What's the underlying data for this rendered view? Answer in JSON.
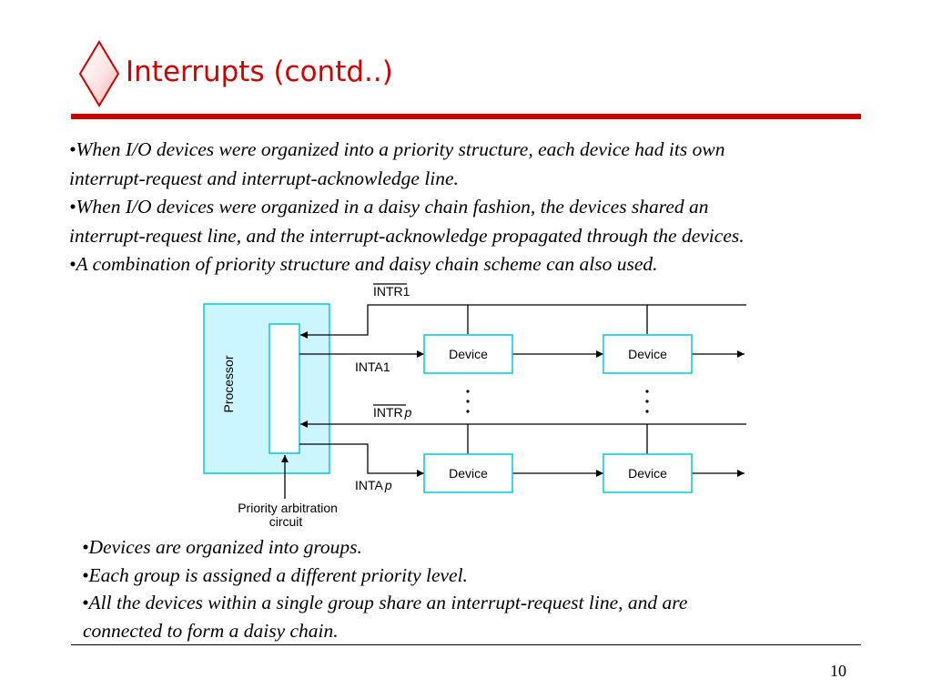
{
  "slide": {
    "title": "Interrupts (contd..)",
    "page_number": "10",
    "bullets_top": [
      {
        "text": "•When I/O devices were organized into a priority structure, each device had its own",
        "continuation": "interrupt-request and interrupt-acknowledge line."
      },
      {
        "text": "•When I/O devices were organized in a daisy chain fashion, the devices shared an",
        "continuation": "interrupt-request line, and the interrupt-acknowledge propagated through the devices."
      },
      {
        "text": "•A combination of priority structure and daisy chain scheme can also used.",
        "continuation": ""
      }
    ],
    "bullets_bottom": [
      {
        "text": "•Devices are organized into groups.",
        "continuation": ""
      },
      {
        "text": "•Each group is assigned a different priority level.",
        "continuation": ""
      },
      {
        "text": "•All the devices within a single group share an interrupt-request line, and are",
        "continuation": "connected to form a daisy chain."
      }
    ]
  },
  "diagram": {
    "processor_label": "Processor",
    "device_label": "Device",
    "arbitration_label_line1": "Priority arbitration",
    "arbitration_label_line2": "circuit",
    "intr1_base": "INTR",
    "intr1_suffix": "1",
    "inta1": "INTA1",
    "intrp_base": "INTR",
    "intrp_suffix": "p",
    "intap_base": "INTA",
    "intap_suffix": "p"
  },
  "colors": {
    "accent": "#cc0000",
    "processor_fill": "#ccf6ff",
    "component_border": "#00c8dc"
  }
}
